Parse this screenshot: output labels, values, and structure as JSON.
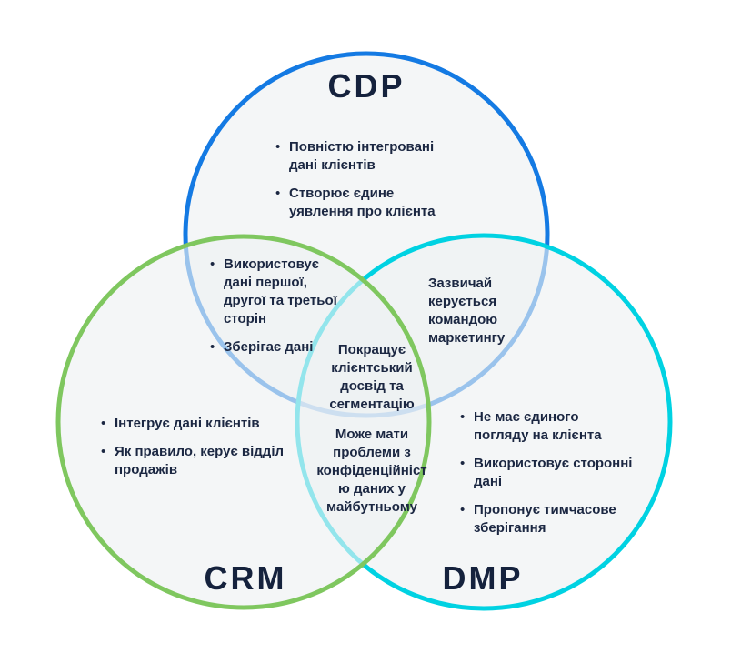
{
  "venn": {
    "bullet": "•",
    "colors": {
      "background": "#ffffff",
      "circle_fill": "#eef0f2",
      "cdp_stroke": "#147ae3",
      "crm_stroke": "#7fc75f",
      "dmp_stroke": "#00d2e2",
      "text": "#1b2742",
      "title_text": "#15223d"
    },
    "circles": {
      "cdp": {
        "label": "CDP"
      },
      "crm": {
        "label": "CRM"
      },
      "dmp": {
        "label": "DMP"
      }
    },
    "regions": {
      "cdp_only": {
        "items": [
          "Повністю інтегровані дані клієнтів",
          "Створює єдине уявлення про клієнта"
        ]
      },
      "cdp_crm": {
        "items": [
          "Використовує дані першої, другої та третьої сторін",
          "Зберігає дані"
        ]
      },
      "cdp_dmp": {
        "text": "Зазвичай керується командою маркетингу"
      },
      "center": {
        "text": "Покращує клієнтський досвід та сегментацію"
      },
      "crm_dmp": {
        "text": "Може мати проблеми з конфіденційністю даних у майбутньому"
      },
      "crm_only": {
        "items": [
          "Інтегрує дані клієнтів",
          "Як правило, керує відділ продажів"
        ]
      },
      "dmp_only": {
        "items": [
          "Не має єдиного погляду на клієнта",
          "Використовує сторонні дані",
          "Пропонує тимчасове зберігання"
        ]
      }
    }
  }
}
